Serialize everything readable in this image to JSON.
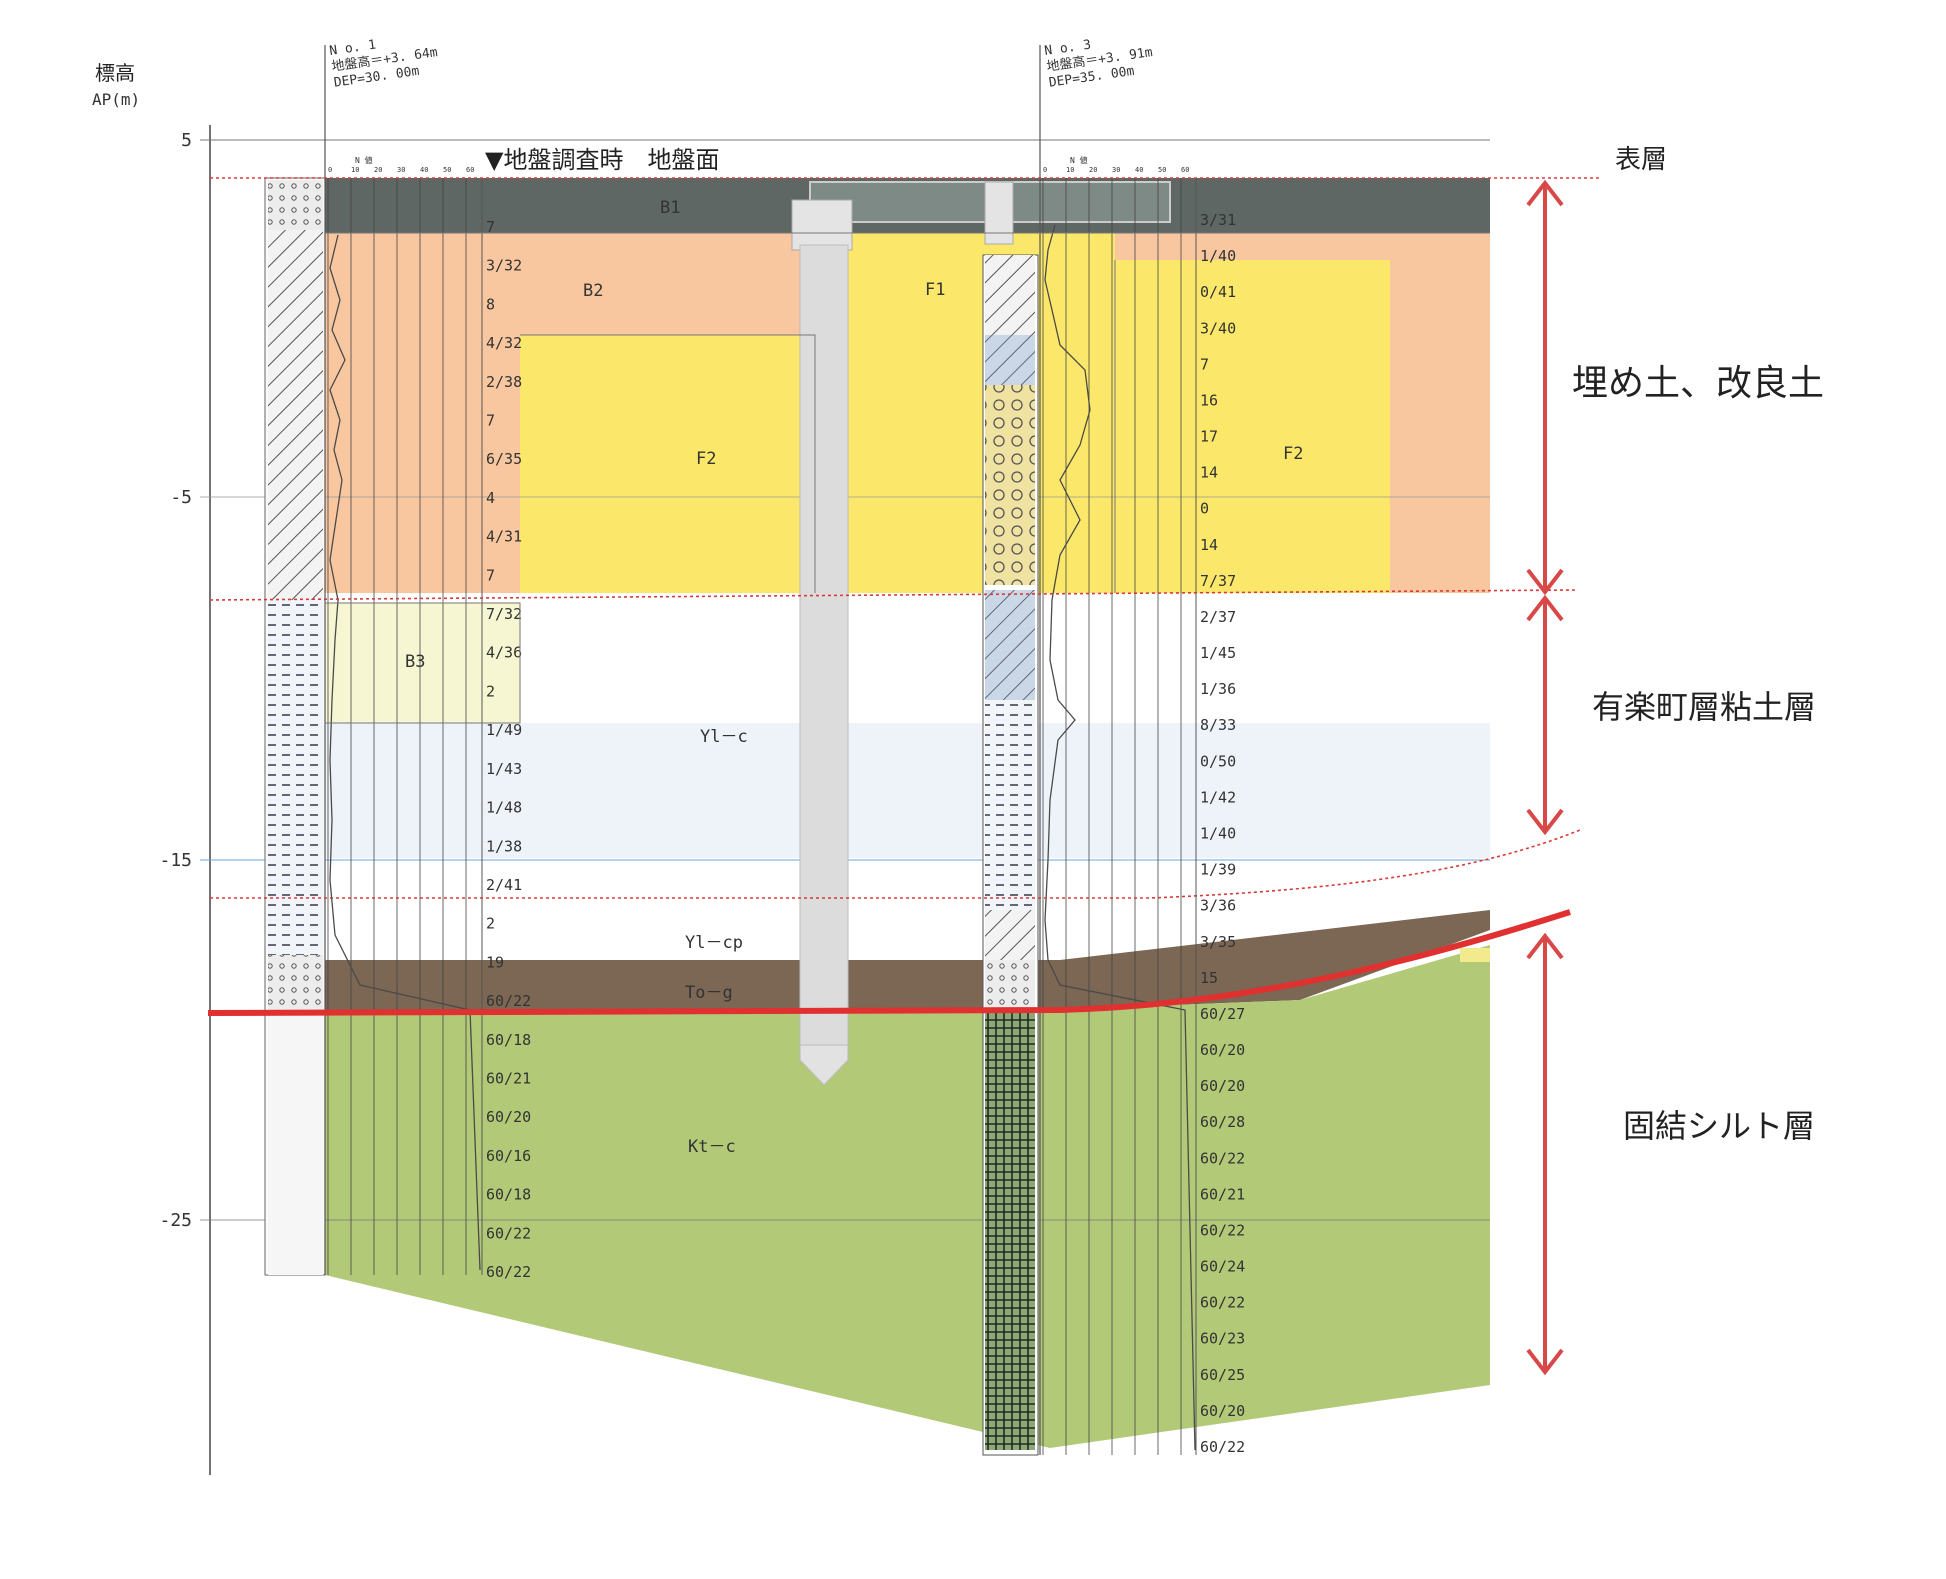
{
  "axis": {
    "title": "標高",
    "unit": "AP(m)",
    "ticks": [
      {
        "value": 5,
        "label": "5"
      },
      {
        "value": -5,
        "label": "-5"
      },
      {
        "value": -15,
        "label": "-15"
      },
      {
        "value": -25,
        "label": "-25"
      }
    ]
  },
  "survey_note": "▼地盤調査時　地盤面",
  "boreholes": [
    {
      "id": "no1",
      "header": [
        "N o. 1",
        "地盤高＝+3. 64m",
        "DEP=30. 00m"
      ],
      "n_label": "N 値",
      "scale_labels": [
        "0",
        "10",
        "20",
        "30",
        "40",
        "50",
        "60"
      ],
      "n_values": [
        "7",
        "3/32",
        "8",
        "4/32",
        "2/38",
        "7",
        "6/35",
        "4",
        "4/31",
        "7",
        "7/32",
        "4/36",
        "2",
        "1/49",
        "1/43",
        "1/48",
        "1/38",
        "2/41",
        "2",
        "19",
        "60/22",
        "60/18",
        "60/21",
        "60/20",
        "60/16",
        "60/18",
        "60/22",
        "60/22"
      ]
    },
    {
      "id": "no3",
      "header": [
        "N o. 3",
        "地盤高＝+3. 91m",
        "DEP=35. 00m"
      ],
      "n_label": "N 値",
      "scale_labels": [
        "0",
        "10",
        "20",
        "30",
        "40",
        "50",
        "60"
      ],
      "n_values": [
        "3/31",
        "1/40",
        "0/41",
        "3/40",
        "7",
        "16",
        "17",
        "14",
        "0",
        "14",
        "7/37",
        "2/37",
        "1/45",
        "1/36",
        "8/33",
        "0/50",
        "1/42",
        "1/40",
        "1/39",
        "3/36",
        "3/35",
        "15",
        "60/27",
        "60/20",
        "60/20",
        "60/28",
        "60/22",
        "60/21",
        "60/22",
        "60/24",
        "60/22",
        "60/23",
        "60/25",
        "60/20",
        "60/22"
      ]
    }
  ],
  "strata_labels": {
    "b1": "B1",
    "b2": "B2",
    "b3": "B3",
    "f1": "F1",
    "f2_left": "F2",
    "f2_right": "F2",
    "ylc": "Yl－c",
    "ylcp": "Yl－cp",
    "tog": "To－g",
    "ktc": "Kt－c"
  },
  "zones": {
    "surface": "表層",
    "fill": "埋め土、改良土",
    "clay": "有楽町層粘土層",
    "silt": "固結シルト層"
  },
  "colors": {
    "b1": "#5e6763",
    "fill_orange": "#f8c7a0",
    "fill_yellow": "#fbe86a",
    "clay": "#ffffff",
    "gravel_brown": "#7b6753",
    "silt_green": "#b2ca78",
    "guide_red": "#e03030",
    "pile_gray": "#dcdcdc"
  }
}
